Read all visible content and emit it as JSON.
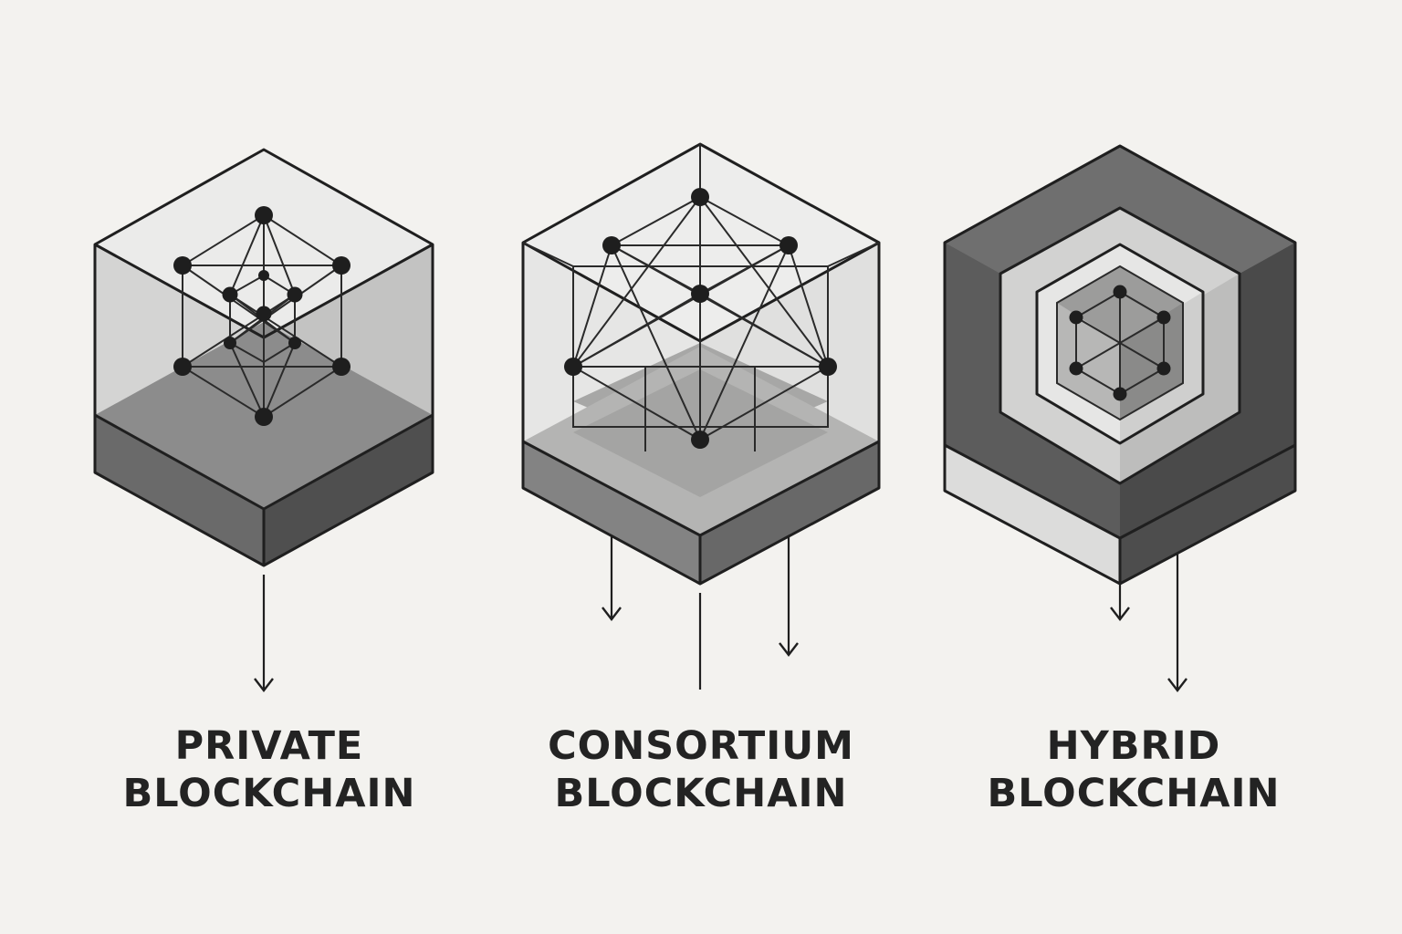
{
  "diagram": {
    "items": [
      {
        "id": "private",
        "line1": "PRIVATE",
        "line2": "BLOCKCHAIN"
      },
      {
        "id": "consortium",
        "line1": "CONSORTIUM",
        "line2": "BLOCKCHAIN"
      },
      {
        "id": "hybrid",
        "line1": "HYBRID",
        "line2": "BLOCKCHAIN"
      }
    ]
  },
  "colors": {
    "background": "#f3f2ef",
    "ink": "#1f1f1f",
    "dark_gray": "#5a5a5a",
    "mid_gray": "#8a8a8a",
    "light_gray": "#c9c9c9"
  }
}
